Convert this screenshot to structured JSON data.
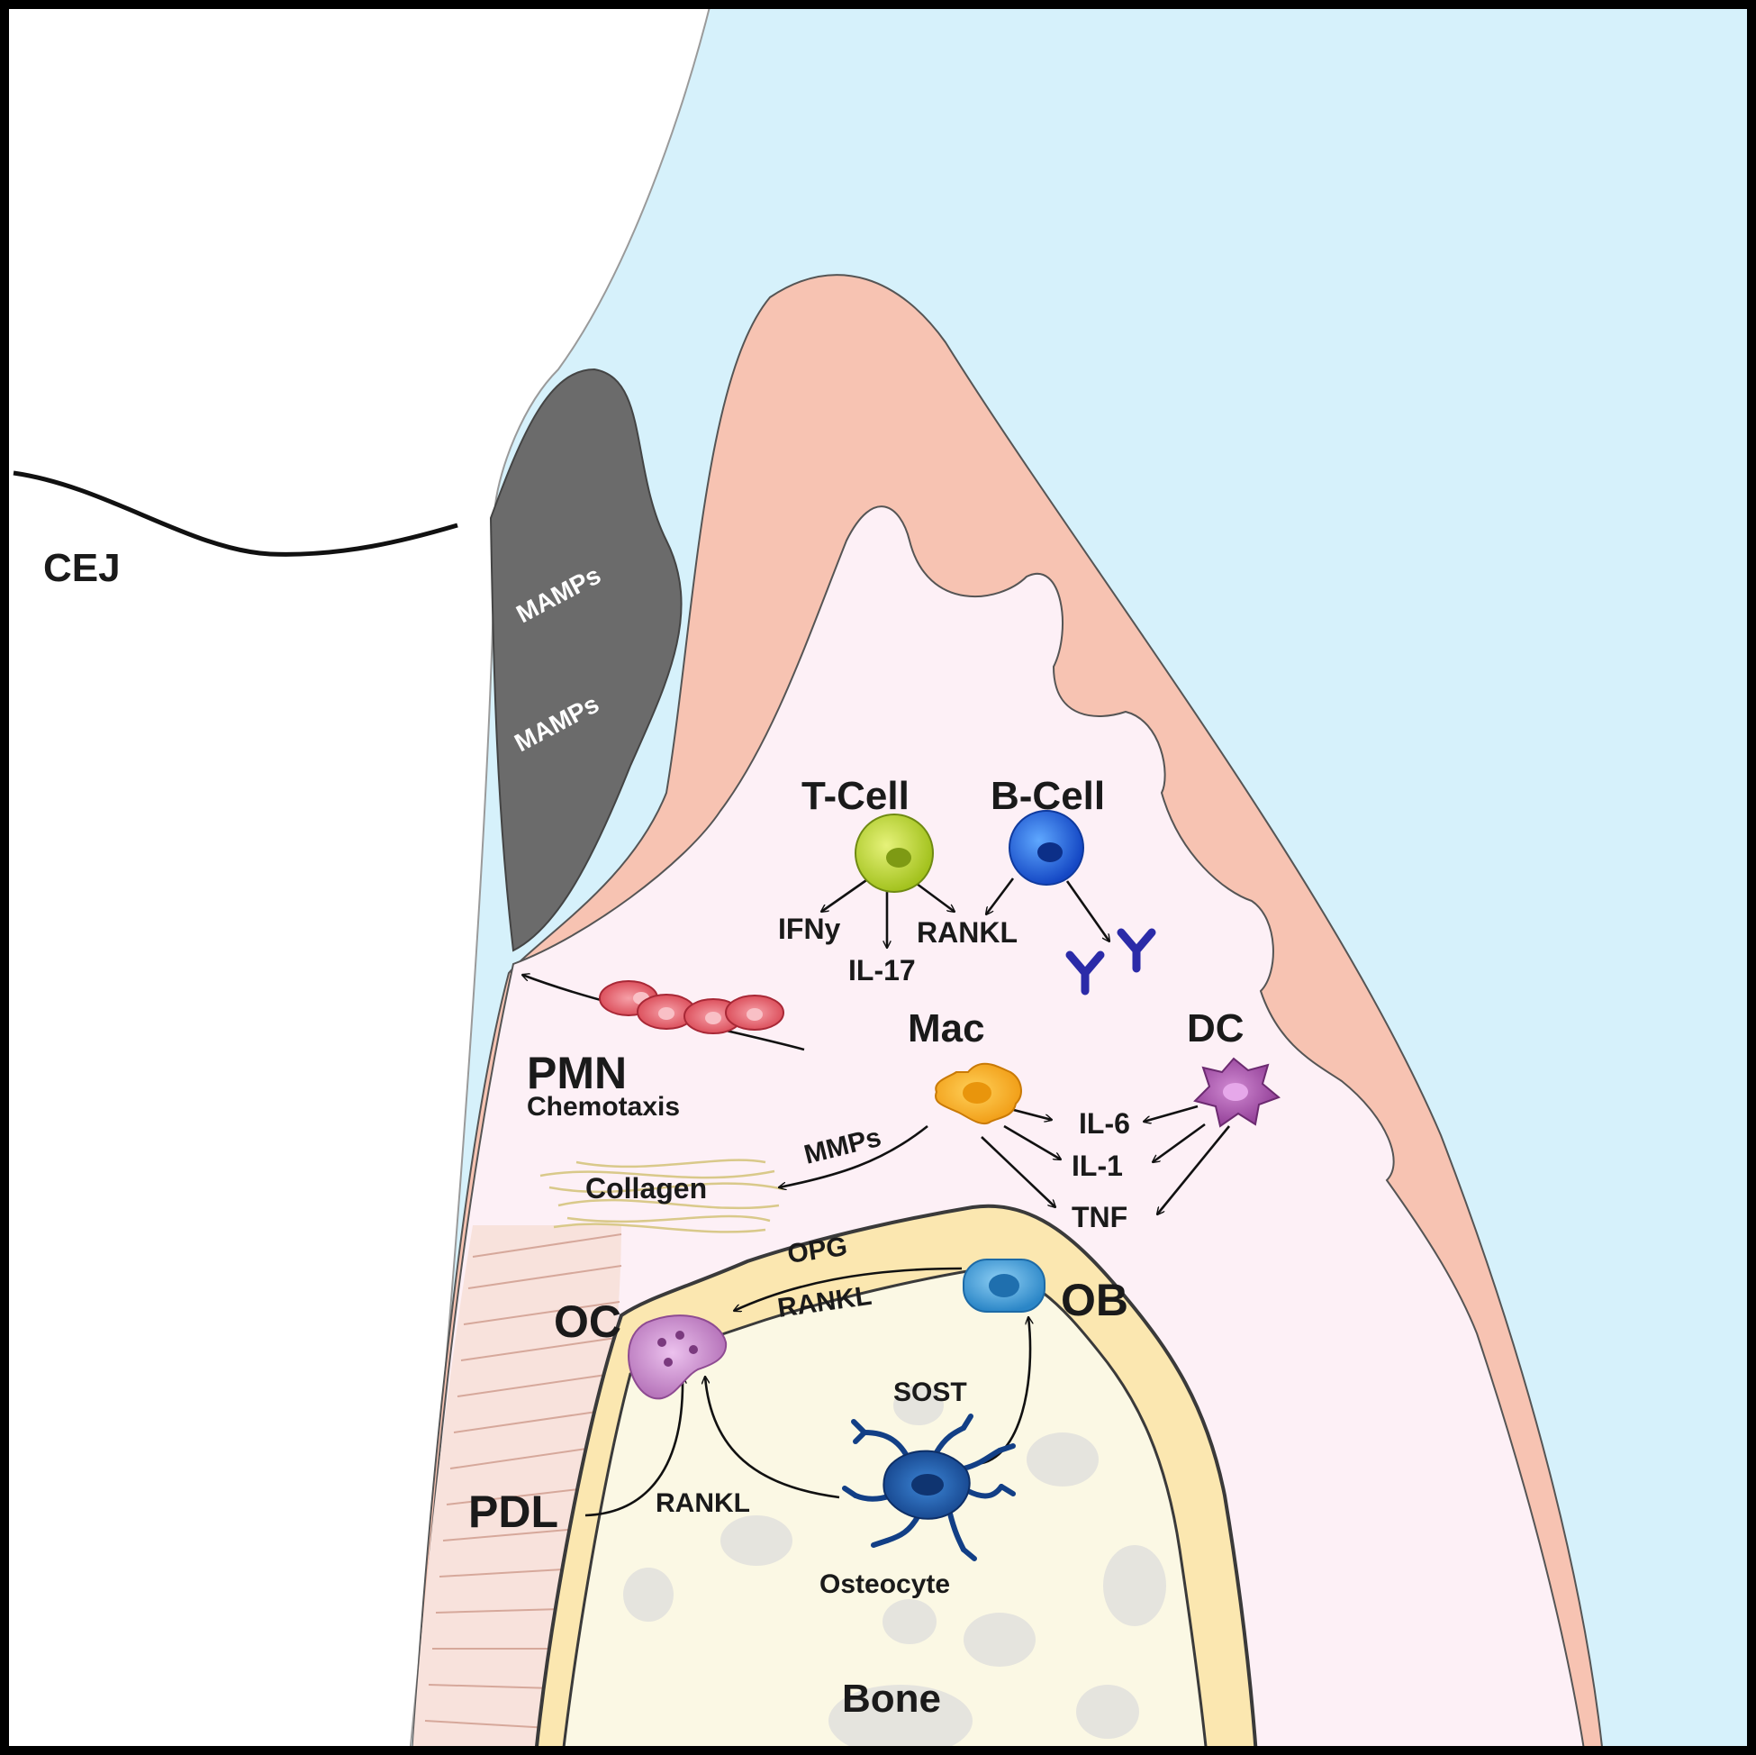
{
  "labels": {
    "cej": "CEJ",
    "mamps_1": "MAMPs",
    "mamps_2": "MAMPs",
    "t_cell": "T-Cell",
    "b_cell": "B-Cell",
    "ifny": "IFNy",
    "il17": "IL-17",
    "rankl_immune": "RANKL",
    "pmn": "PMN",
    "chemotaxis": "Chemotaxis",
    "mac": "Mac",
    "dc": "DC",
    "mmps": "MMPs",
    "collagen": "Collagen",
    "il6": "IL-6",
    "il1": "IL-1",
    "tnf": "TNF",
    "opg": "OPG",
    "rankl_ob": "RANKL",
    "ob": "OB",
    "oc": "OC",
    "sost": "SOST",
    "pdl": "PDL",
    "rankl_osteocyte": "RANKL",
    "osteocyte": "Osteocyte",
    "bone": "Bone"
  },
  "colors": {
    "tooth": "#ffffff",
    "sulcus": "#d6f1fb",
    "epithelium": "#f7c3b2",
    "connective_tissue": "#fdf0f6",
    "biofilm": "#6b6b6b",
    "cortical_bone": "#fbe7b0",
    "marrow": "#fbf8e4",
    "t_cell": "#b7d43a",
    "b_cell": "#1f6fe0",
    "pmn": "#e0505c",
    "macrophage": "#f5a623",
    "dendritic_cell": "#a453a8",
    "osteoblast": "#3d9bd6",
    "osteoclast": "#c07cc3",
    "osteocyte": "#1f5fa8",
    "antibody": "#2b2ba8",
    "collagen_fibers": "#d9c98a"
  }
}
